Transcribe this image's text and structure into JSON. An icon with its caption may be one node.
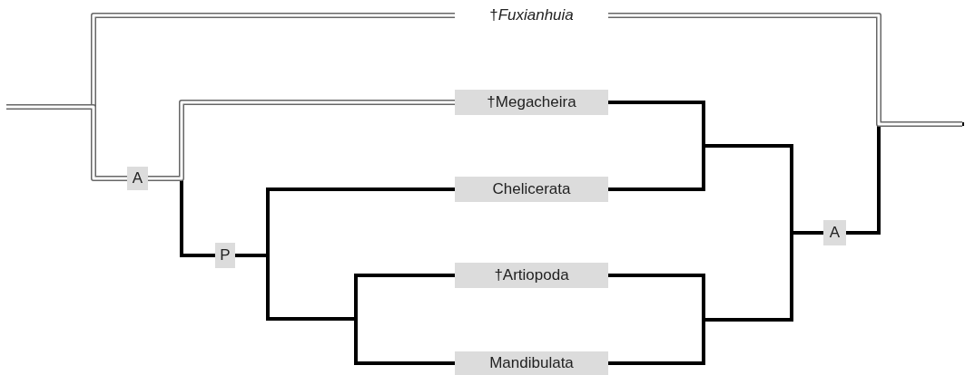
{
  "diagram": {
    "nodes": [
      {
        "text": [
          "†*Fuxianhuia*"
        ]
      },
      {
        "text": [
          "†Megacheira"
        ]
      },
      {
        "text": [
          "Chelicerata"
        ]
      },
      {
        "text": [
          "†Artiopoda"
        ]
      },
      {
        "text": [
          "Mandibulata"
        ]
      },
      {
        "text": [
          "A"
        ]
      },
      {
        "text": [
          "P"
        ]
      },
      {
        "text": [
          "A"
        ]
      }
    ],
    "edges": [
      {
        "from": null,
        "to": 0,
        "arrow": "none",
        "color": "#666666"
      },
      {
        "from": null,
        "to": 5,
        "arrow": "none",
        "color": "#666666"
      },
      {
        "from": 5,
        "to": 1,
        "arrow": "none",
        "color": "#666666"
      },
      {
        "from": 5,
        "to": 6,
        "arrow": "none"
      },
      {
        "from": 6,
        "to": 2,
        "arrow": "none"
      },
      {
        "from": 6,
        "to": 3,
        "arrow": "none"
      },
      {
        "from": 6,
        "to": 4,
        "arrow": "none"
      },
      {
        "from": 1,
        "to": 7,
        "arrow": "none"
      },
      {
        "from": 2,
        "to": 7,
        "arrow": "none"
      },
      {
        "from": 3,
        "to": 7,
        "arrow": "none"
      },
      {
        "from": 4,
        "to": 7,
        "arrow": "none"
      },
      {
        "from": 7,
        "to": null,
        "arrow": "none"
      },
      {
        "from": 0,
        "to": null,
        "arrow": "none",
        "color": "#666666"
      }
    ]
  }
}
